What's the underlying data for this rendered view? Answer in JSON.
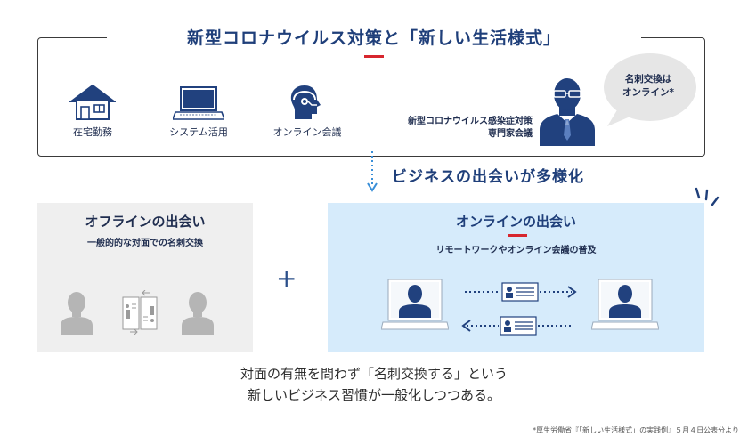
{
  "top": {
    "title": "新型コロナウイルス対策と「新しい生活様式」",
    "items": [
      {
        "label": "在宅勤務",
        "icon": "house-icon"
      },
      {
        "label": "システム活用",
        "icon": "laptop-icon"
      },
      {
        "label": "オンライン会議",
        "icon": "headset-icon"
      }
    ],
    "expert_label_line1": "新型コロナウイルス感染症対策",
    "expert_label_line2": "専門家会議",
    "bubble_line1": "名刺交換は",
    "bubble_line2": "オンライン*"
  },
  "middle": {
    "heading": "ビジネスの出会いが多様化"
  },
  "offline": {
    "title": "オフラインの出会い",
    "subtitle": "一般的的な対面での名刺交換"
  },
  "plus_sign": "+",
  "online": {
    "title": "オンラインの出会い",
    "subtitle": "リモートワークやオンライン会議の普及"
  },
  "bottom": {
    "line1": "対面の有無を問わず「名刺交換する」という",
    "line2": "新しいビジネス習慣が一般化しつつある。"
  },
  "footnote": "*厚生労働省『「新しい生活様式」の実践例』５月４日公表分より",
  "colors": {
    "navy": "#1f3f7a",
    "accent_red": "#d7262e",
    "online_bg": "#d6ebfb",
    "offline_bg": "#efefef",
    "gray_person": "#b5b5b5"
  }
}
